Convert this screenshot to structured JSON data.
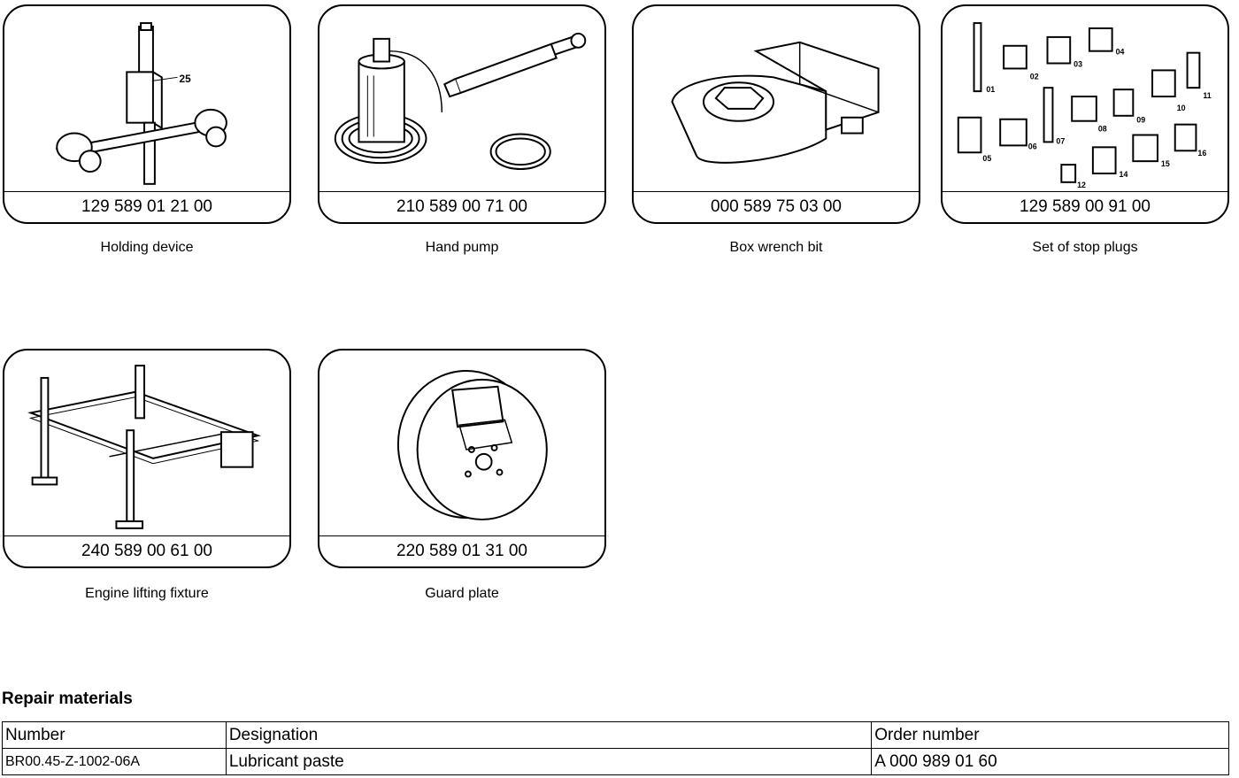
{
  "tools": [
    {
      "number": "129 589 01 21 00",
      "caption": "Holding device",
      "callouts": [
        "25"
      ]
    },
    {
      "number": "210 589 00 71 00",
      "caption": "Hand pump",
      "callouts": []
    },
    {
      "number": "000 589 75 03 00",
      "caption": "Box wrench bit",
      "callouts": []
    },
    {
      "number": "129 589 00 91 00",
      "caption": "Set of stop plugs",
      "callouts": [
        "01",
        "02",
        "03",
        "04",
        "05",
        "06",
        "07",
        "08",
        "09",
        "10",
        "11",
        "12",
        "14",
        "15",
        "16"
      ]
    },
    {
      "number": "240 589 00 61 00",
      "caption": "Engine lifting fixture",
      "callouts": []
    },
    {
      "number": "220 589 01 31 00",
      "caption": "Guard plate",
      "callouts": []
    }
  ],
  "repair_materials": {
    "heading": "Repair materials",
    "columns": [
      "Number",
      "Designation",
      "Order number"
    ],
    "rows": [
      {
        "number": "BR00.45-Z-1002-06A",
        "designation": "Lubricant paste",
        "order_number": "A 000 989 01 60"
      }
    ]
  }
}
